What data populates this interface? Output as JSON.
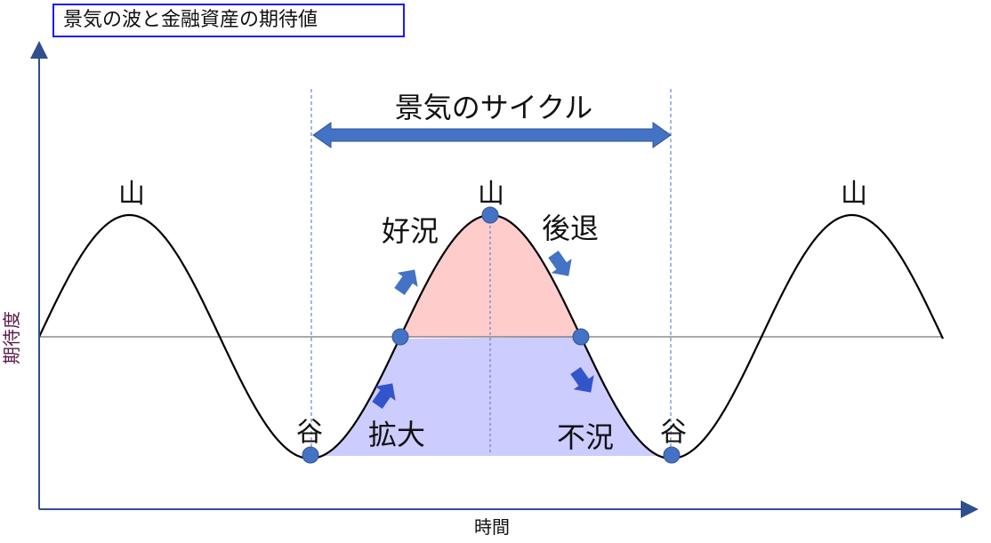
{
  "title": "景気の波と金融資産の期待値",
  "axes": {
    "y_label": "期待度",
    "x_label": "時間"
  },
  "cycle_label": "景気のサイクル",
  "peak_label": "山",
  "trough_label": "谷",
  "phases": {
    "boom": "好況",
    "recession": "後退",
    "expansion": "拡大",
    "depression": "不況"
  },
  "colors": {
    "axis": "#2f4f8f",
    "arrow": "#4472c4",
    "upper_fill": "#ffcccc",
    "lower_fill": "#ccccff",
    "points": "#4472c4",
    "title_border": "#1a1aff",
    "y_label": "#5a1a4a"
  }
}
